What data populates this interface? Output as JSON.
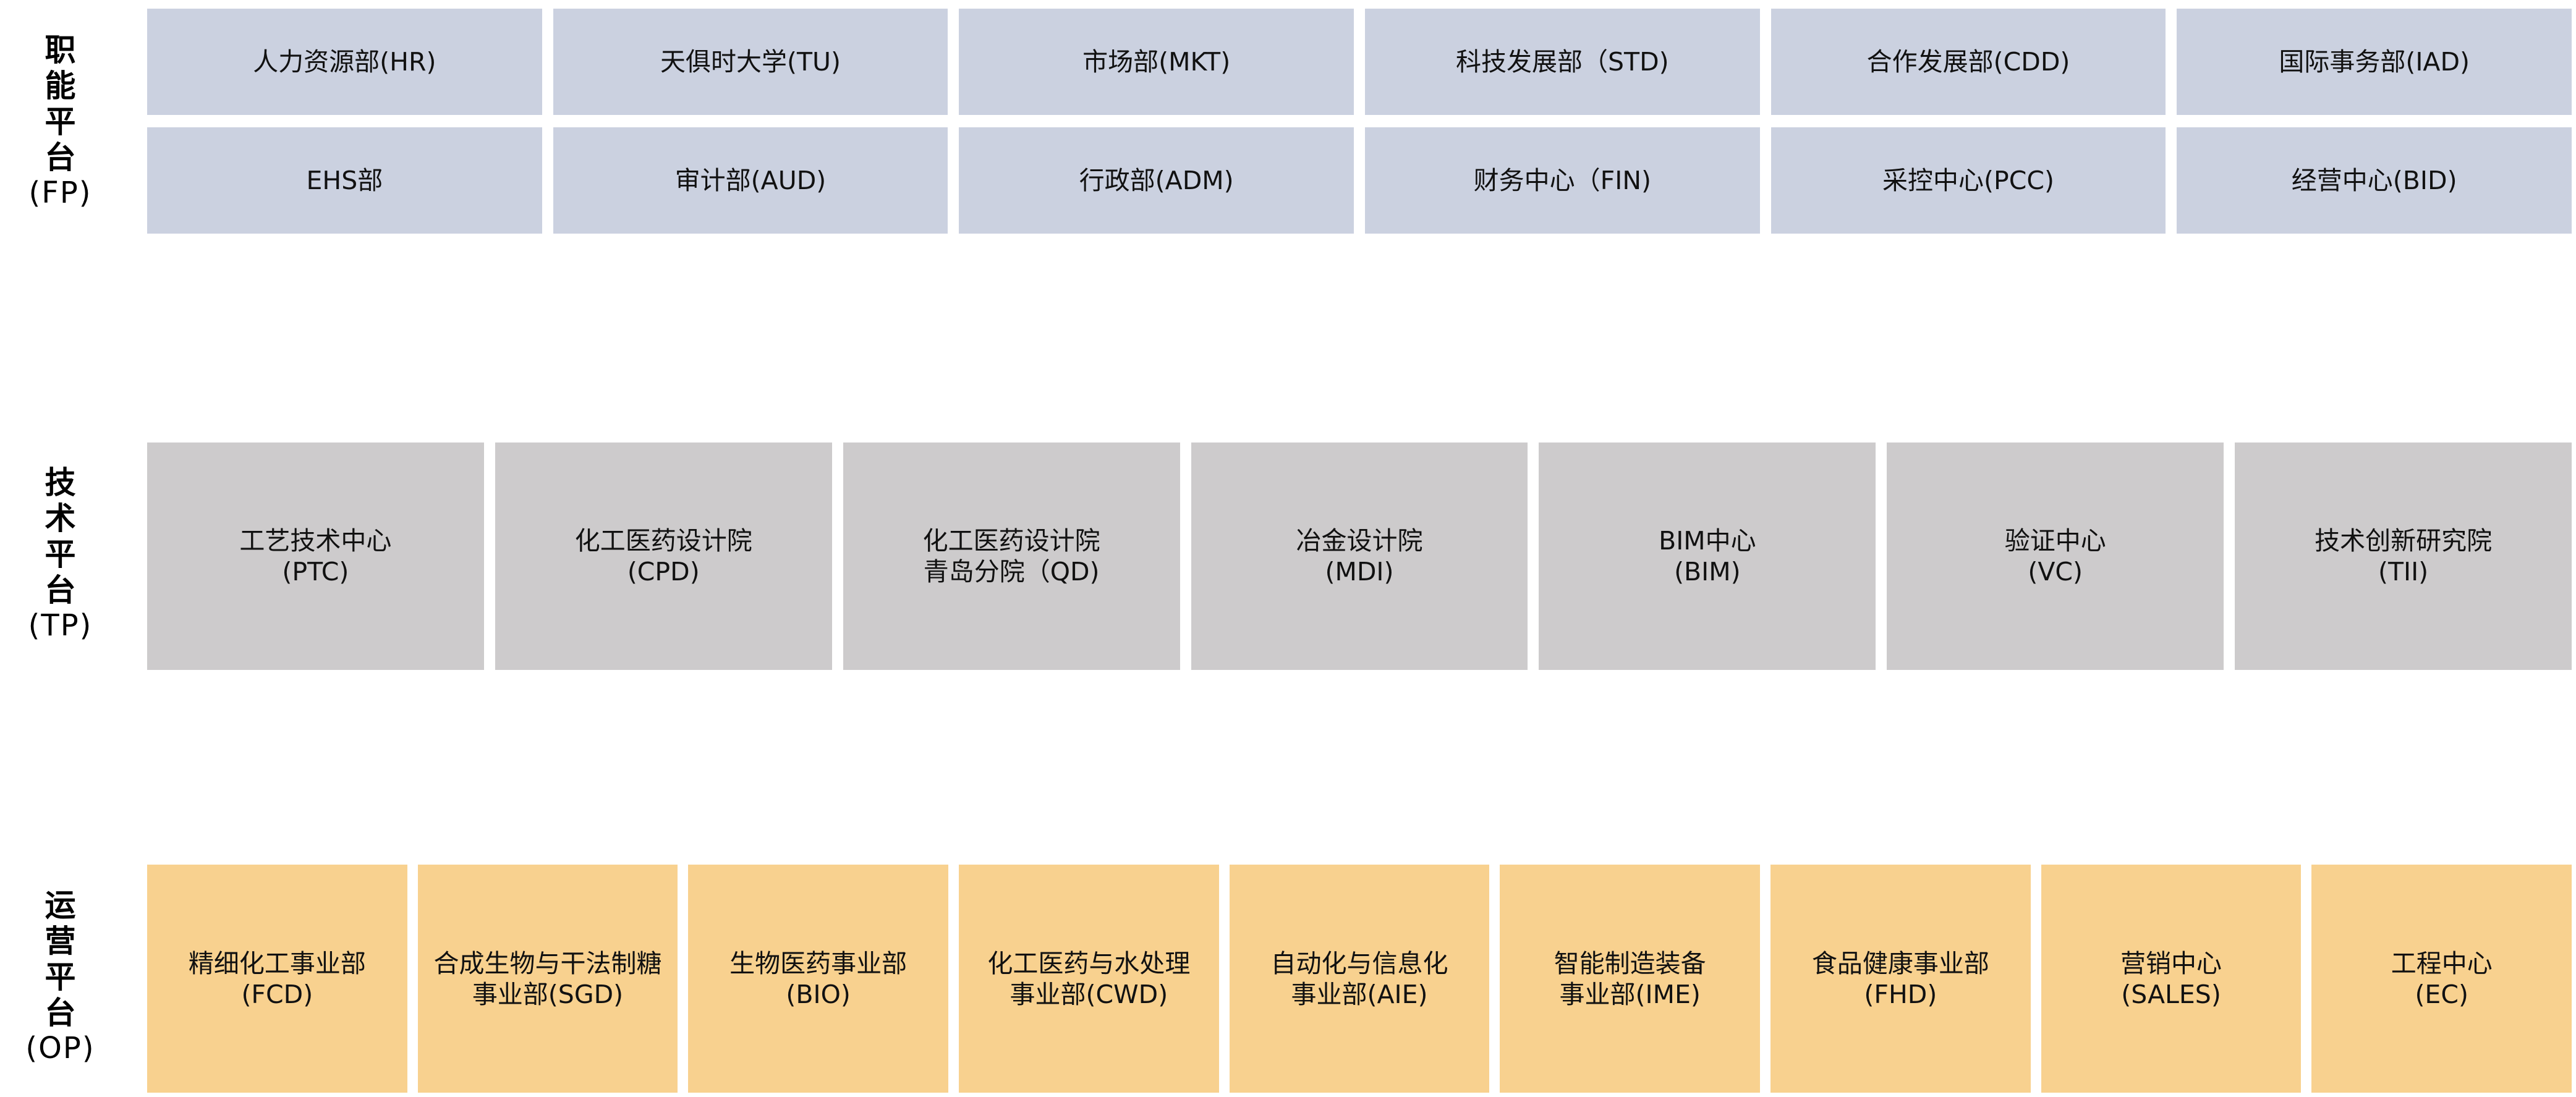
{
  "colors": {
    "functional_platform": "#cbd1e0",
    "technical_platform": "#cdcbcc",
    "operational_platform": "#f8d18f",
    "text": "#111111"
  },
  "platforms": {
    "fp": {
      "label_chars": [
        "职",
        "能",
        "平",
        "台"
      ],
      "code": "(FP)",
      "rows": [
        [
          {
            "line1": "人力资源部(HR)"
          },
          {
            "line1": "天俱时大学(TU)"
          },
          {
            "line1": "市场部(MKT)"
          },
          {
            "line1": "科技发展部（STD)"
          },
          {
            "line1": "合作发展部(CDD)"
          },
          {
            "line1": "国际事务部(IAD)"
          }
        ],
        [
          {
            "line1": "EHS部"
          },
          {
            "line1": "审计部(AUD)"
          },
          {
            "line1": "行政部(ADM)"
          },
          {
            "line1": "财务中心（FIN)"
          },
          {
            "line1": "采控中心(PCC)"
          },
          {
            "line1": "经营中心(BID)"
          }
        ]
      ]
    },
    "tp": {
      "label_chars": [
        "技",
        "术",
        "平",
        "台"
      ],
      "code": "(TP)",
      "units": [
        {
          "line1": "工艺技术中心",
          "line2": "(PTC)"
        },
        {
          "line1": "化工医药设计院",
          "line2": "(CPD)"
        },
        {
          "line1": "化工医药设计院",
          "line2": "青岛分院（QD)"
        },
        {
          "line1": "冶金设计院",
          "line2": "(MDI)"
        },
        {
          "line1": "BIM中心",
          "line2": "(BIM)"
        },
        {
          "line1": "验证中心",
          "line2": "(VC)"
        },
        {
          "line1": "技术创新研究院",
          "line2": "(TII)"
        }
      ]
    },
    "op": {
      "label_chars": [
        "运",
        "营",
        "平",
        "台"
      ],
      "code": "(OP)",
      "units": [
        {
          "line1": "精细化工事业部",
          "line2": "(FCD)"
        },
        {
          "line1": "合成生物与干法制糖",
          "line2": "事业部(SGD)"
        },
        {
          "line1": "生物医药事业部",
          "line2": "(BIO)"
        },
        {
          "line1": "化工医药与水处理",
          "line2": "事业部(CWD)"
        },
        {
          "line1": "自动化与信息化",
          "line2": "事业部(AIE)"
        },
        {
          "line1": "智能制造装备",
          "line2": "事业部(IME)"
        },
        {
          "line1": "食品健康事业部",
          "line2": "(FHD)"
        },
        {
          "line1": "营销中心",
          "line2": "(SALES)"
        },
        {
          "line1": "工程中心",
          "line2": "(EC)"
        }
      ]
    }
  }
}
